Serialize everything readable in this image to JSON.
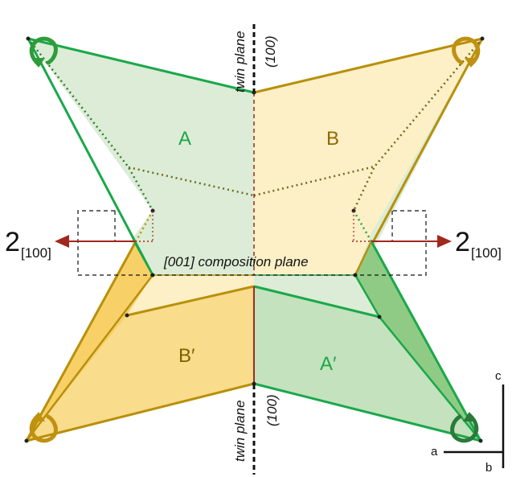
{
  "labels": {
    "face_a": "A",
    "face_b": "B",
    "face_b_prime": "B′",
    "face_a_prime": "A′",
    "twin_plane_top": "twin plane",
    "twin_plane_top_index": "(100)",
    "twin_plane_bottom": "twin plane",
    "twin_plane_bottom_index": "(100)",
    "composition_plane": "[001] composition plane",
    "twofold_left_symbol": "2",
    "twofold_left_index": "[100]",
    "twofold_right_symbol": "2",
    "twofold_right_index": "[100]",
    "axis_a": "a",
    "axis_b": "b",
    "axis_c": "c"
  },
  "colors": {
    "green": "#1aa84a",
    "gold": "#b8900a",
    "green_fill": "#dcecd6",
    "gold_fill": "#fdefc6",
    "dark_gold_fill": "#f8d068",
    "dark_green_fill": "#8fcb85",
    "mid_green_fill": "#c3e2bd",
    "mid_gold_fill": "#f9dc8c",
    "red": "#a0281e",
    "black": "#111111"
  },
  "icons": [
    "rotation-arrow-icon-top-left",
    "rotation-arrow-icon-top-right",
    "rotation-arrow-icon-bottom-left",
    "rotation-arrow-icon-bottom-right"
  ]
}
